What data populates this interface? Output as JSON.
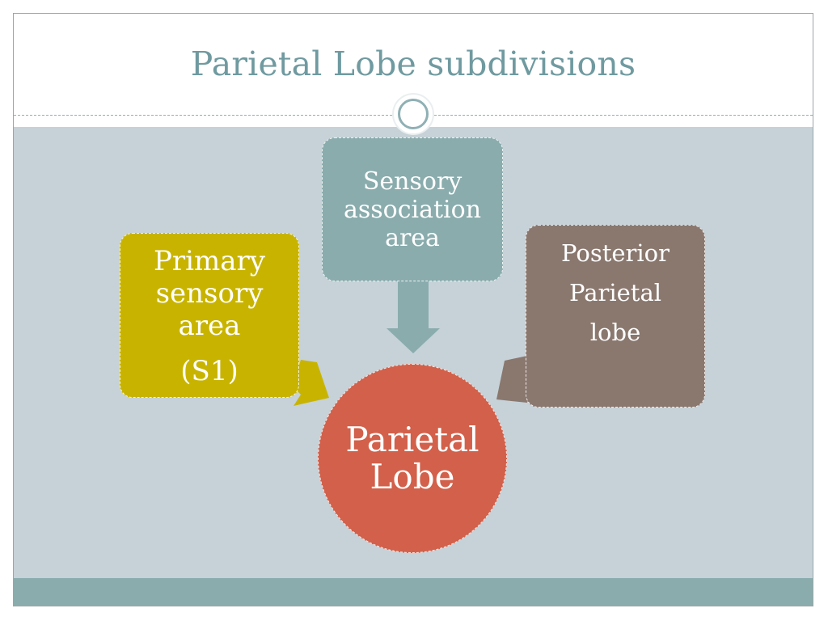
{
  "slide": {
    "title": "Parietal Lobe subdivisions"
  },
  "diagram": {
    "center": {
      "line1": "Parietal",
      "line2": "Lobe",
      "color": "#d2604a"
    },
    "nodes": [
      {
        "id": "primary",
        "lines": [
          "Primary",
          "sensory",
          "area",
          "(S1)"
        ],
        "color": "#c8b400"
      },
      {
        "id": "association",
        "lines": [
          "Sensory",
          "association",
          "area"
        ],
        "color": "#8aacad"
      },
      {
        "id": "posterior",
        "lines": [
          "Posterior",
          "Parietal",
          "lobe"
        ],
        "color": "#8a786f"
      }
    ],
    "edges": [
      {
        "from": "primary",
        "to": "center"
      },
      {
        "from": "association",
        "to": "center"
      },
      {
        "from": "posterior",
        "to": "center"
      }
    ]
  },
  "theme": {
    "title_color": "#6f9aa0",
    "content_bg": "#c6d2d8",
    "footer_band": "#8aacad"
  }
}
